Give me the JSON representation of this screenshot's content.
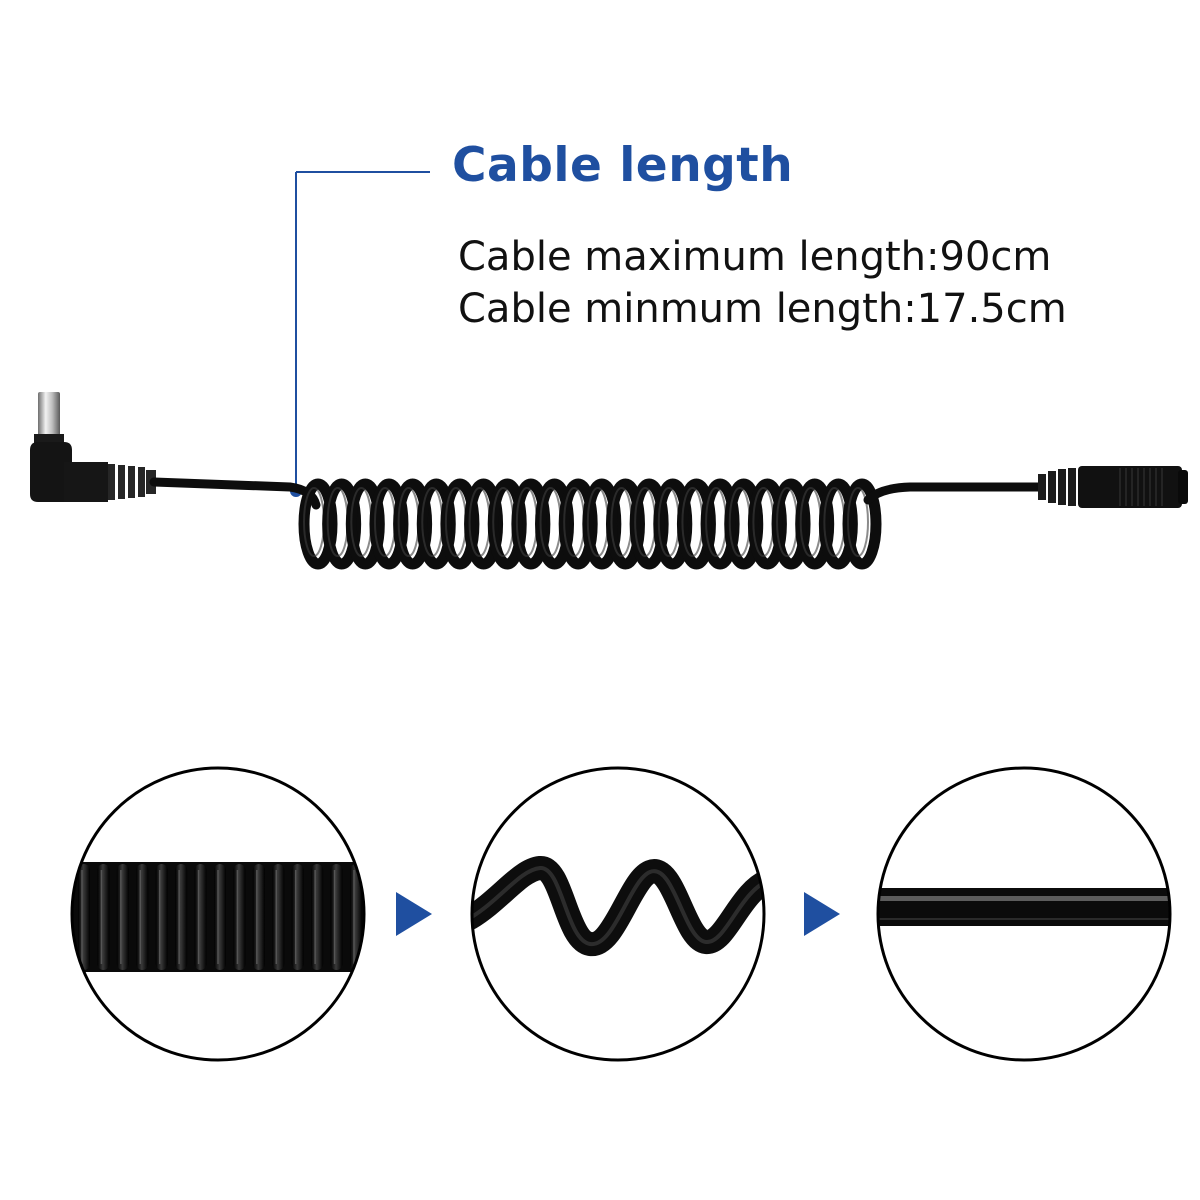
{
  "header": {
    "title": "Cable length"
  },
  "specs": {
    "max_label": "Cable maximum length:90cm",
    "min_label": "Cable minmum length:17.5cm"
  },
  "colors": {
    "accent": "#1f4fa0",
    "cable": "#0d0d0d",
    "text": "#111111"
  },
  "icons": {
    "arrow": "triangle-right-icon",
    "connector_left": "dc-plug-right-angle",
    "connector_right": "dc-socket-female"
  }
}
